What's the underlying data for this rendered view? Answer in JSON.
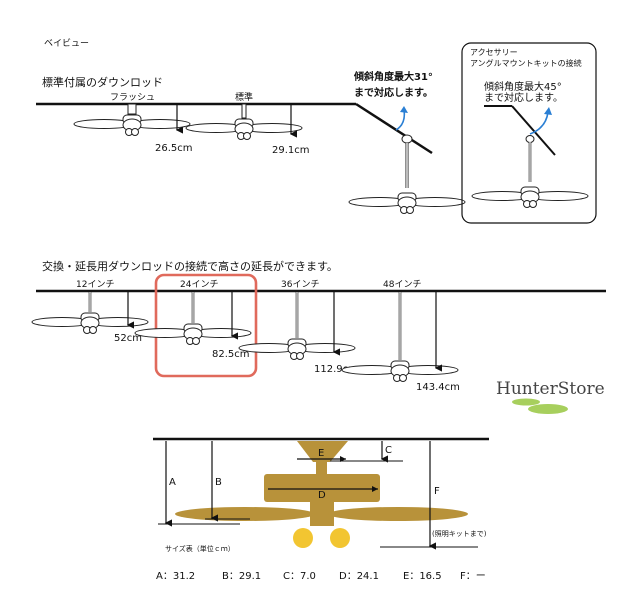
{
  "header": {
    "model_name": "ベイビュー"
  },
  "section_standard": {
    "title": "標準付属のダウンロッド",
    "flush_label": "フラッシュ",
    "standard_label": "標準",
    "flush_height": "26.5cm",
    "standard_height": "29.1cm",
    "slope_note_line1": "傾斜角度最大31°",
    "slope_note_line2": "まで対応します。"
  },
  "accessory_box": {
    "title_line1": "アクセサリー",
    "title_line2": "アングルマウントキットの接続",
    "slope_line1": "傾斜角度最大45°",
    "slope_line2": "まで対応します。"
  },
  "section_extension": {
    "title": "交換・延長用ダウンロッドの接続で高さの延長ができます。",
    "items": [
      {
        "label": "12インチ",
        "height": "52cm"
      },
      {
        "label": "24インチ",
        "height": "82.5cm"
      },
      {
        "label": "36インチ",
        "height": "112.9cm"
      },
      {
        "label": "48インチ",
        "height": "143.4cm"
      }
    ]
  },
  "brand": {
    "name": "HunterStore"
  },
  "dimensions": {
    "letter_a": "A",
    "letter_b": "B",
    "letter_c": "C",
    "letter_d": "D",
    "letter_e": "E",
    "letter_f": "F",
    "light_kit_note": "(照明キットまで)",
    "size_table_title": "サイズ表（単位ｃｍ）",
    "values": [
      {
        "label": "A：31.2"
      },
      {
        "label": "B：29.1"
      },
      {
        "label": "C：7.0"
      },
      {
        "label": "D：24.1"
      },
      {
        "label": "E：16.5"
      },
      {
        "label": "F：ー"
      }
    ]
  },
  "colors": {
    "line": "#111111",
    "highlight": "#e06a5c",
    "slope_arrow": "#2a7fd4",
    "blade_brown": "#b8923a",
    "light_yellow": "#f2c531",
    "brand_green": "#a7cf5d"
  }
}
